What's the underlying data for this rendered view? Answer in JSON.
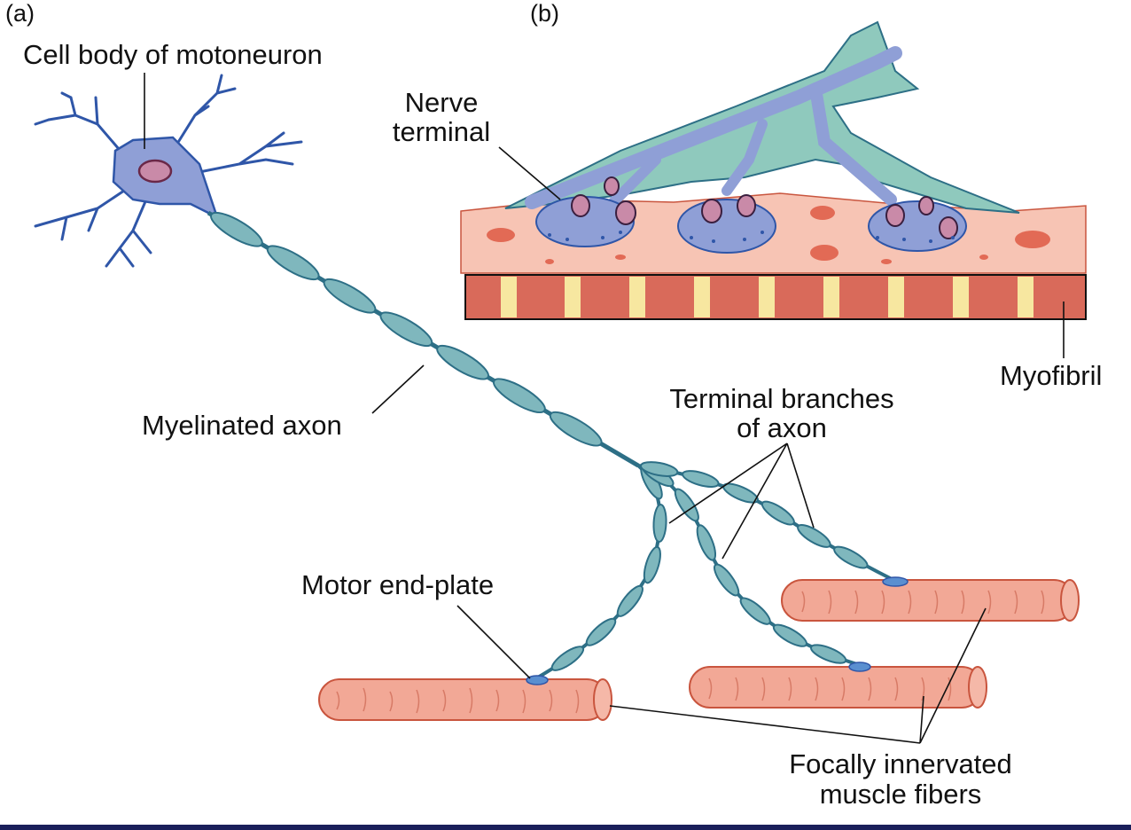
{
  "panels": {
    "a": "(a)",
    "b": "(b)"
  },
  "labels": {
    "cell_body": "Cell body of  motoneuron",
    "nerve_terminal_1": "Nerve",
    "nerve_terminal_2": "terminal",
    "myofibril": "Myofibril",
    "myelinated_axon": "Myelinated axon",
    "terminal_branches_1": "Terminal branches",
    "terminal_branches_2": "of  axon",
    "motor_end_plate": "Motor end-plate",
    "muscle_fibers_1": "Focally innervated",
    "muscle_fibers_2": "muscle fibers"
  },
  "colors": {
    "neuron_fill": "#8f9fd6",
    "neuron_stroke": "#2f56a8",
    "myelin_fill": "#7fb7bd",
    "myelin_stroke": "#2d6f86",
    "muscle_fill": "#f2a896",
    "muscle_stroke": "#c9553e",
    "schwann_fill": "#8fc9bd",
    "myofibril_dark": "#d96a5a",
    "myofibril_light": "#f7e7a0"
  }
}
